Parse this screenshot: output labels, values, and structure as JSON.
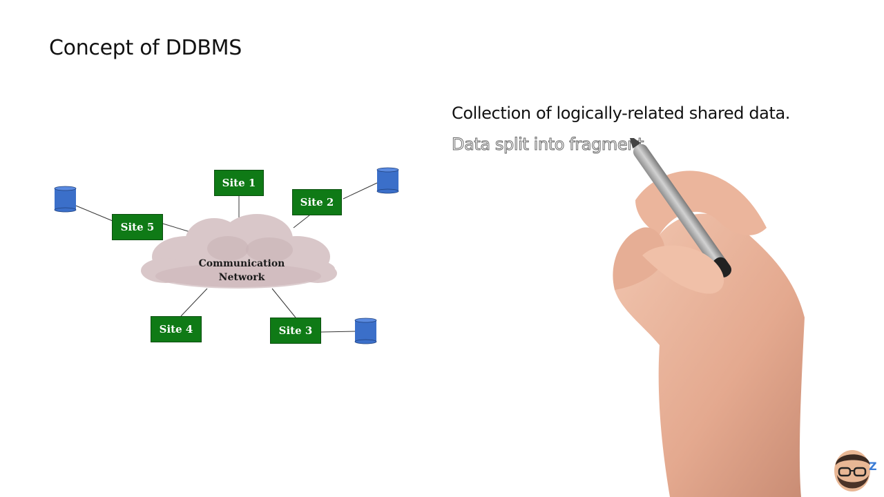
{
  "slide": {
    "title": "Concept of DDBMS"
  },
  "diagram": {
    "cloud_label_line1": "Communication",
    "cloud_label_line2": "Network",
    "sites": [
      "Site 1",
      "Site 2",
      "Site 3",
      "Site 4",
      "Site 5"
    ],
    "colors": {
      "site_fill": "#0f7a16",
      "database_fill": "#3b6fc9",
      "cloud_fill": "#d9c7c9"
    }
  },
  "text": {
    "line1": "Collection of logically-related shared data.",
    "line2": "Data split into fragment"
  },
  "decor": {
    "hand_icon": "hand-holding-marker-icon",
    "avatar_icon": "bearded-avatar-icon",
    "badge": "Z"
  }
}
